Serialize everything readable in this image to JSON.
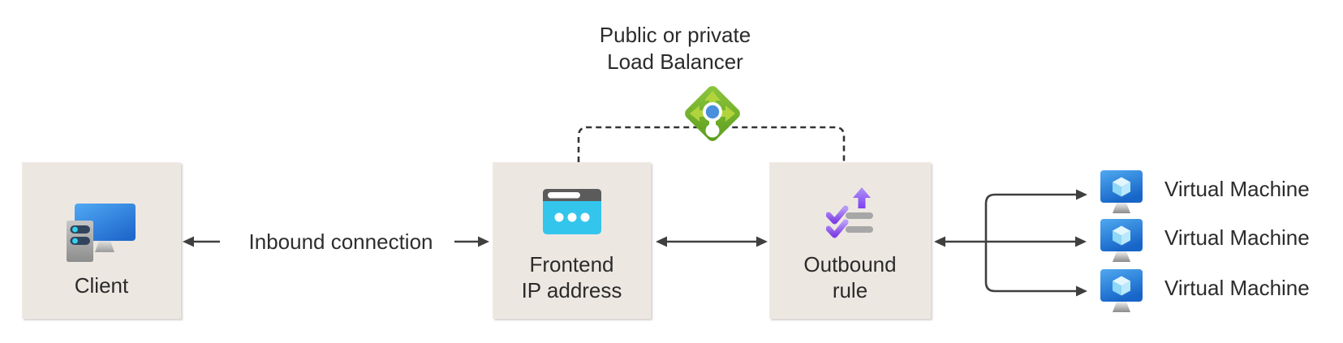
{
  "diagram": {
    "title": {
      "line1": "Public or private",
      "line2": "Load Balancer"
    }
  },
  "nodes": {
    "client": {
      "label": "Client"
    },
    "frontend": {
      "line1": "Frontend",
      "line2": "IP address"
    },
    "outbound": {
      "line1": "Outbound",
      "line2": "rule"
    }
  },
  "connections": {
    "inbound_label": "Inbound connection"
  },
  "vms": [
    {
      "label": "Virtual Machine"
    },
    {
      "label": "Virtual Machine"
    },
    {
      "label": "Virtual Machine"
    }
  ],
  "icons": {
    "client": "client-computer-icon",
    "frontend": "browser-ip-icon",
    "outbound": "outbound-rule-checklist-icon",
    "load_balancer": "load-balancer-diamond-icon",
    "vm": "virtual-machine-icon"
  },
  "colors": {
    "node_bg": "#EDE7E2",
    "connector": "#3F3F3F",
    "text": "#2B2B2B",
    "load_balancer_green": "#76B82A",
    "frontend_cyan": "#33C5EC",
    "outbound_purple": "#8C4FF0",
    "vm_blue": "#2D7FD9",
    "client_blue": "#2E79DD"
  }
}
